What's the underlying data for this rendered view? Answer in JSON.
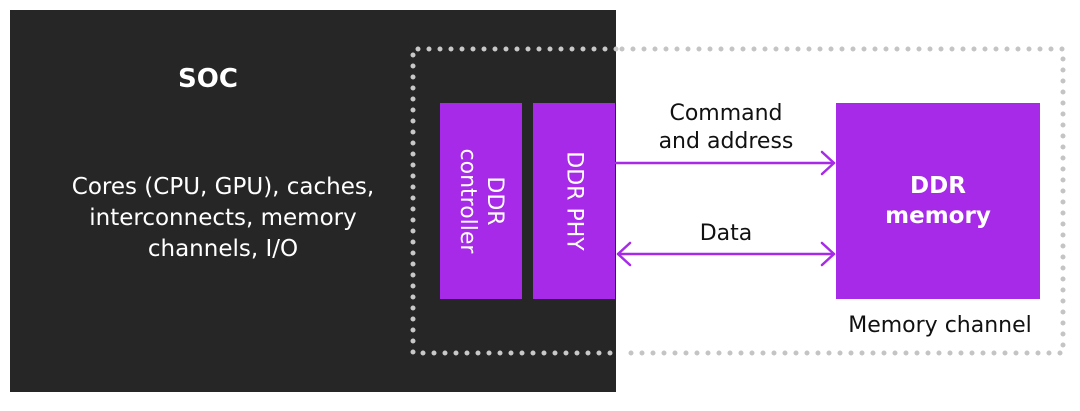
{
  "soc": {
    "title": "SOC",
    "description_lines": [
      "Cores (CPU, GPU), caches,",
      "interconnects, memory",
      "channels, I/O"
    ]
  },
  "ddr_controller": {
    "lines": [
      "DDR",
      "controller"
    ]
  },
  "ddr_phy": {
    "label": "DDR PHY"
  },
  "ddr_memory": {
    "lines": [
      "DDR",
      "memory"
    ]
  },
  "command_link": {
    "lines": [
      "Command",
      "and address"
    ]
  },
  "data_link": {
    "label": "Data"
  },
  "memory_channel": {
    "label": "Memory channel"
  },
  "colors": {
    "soc_background": "#262626",
    "block_purple": "#a62ae8",
    "dotted_border_dark_side": "#c8c8c8",
    "dotted_border_light_side": "#c4c4c4"
  }
}
